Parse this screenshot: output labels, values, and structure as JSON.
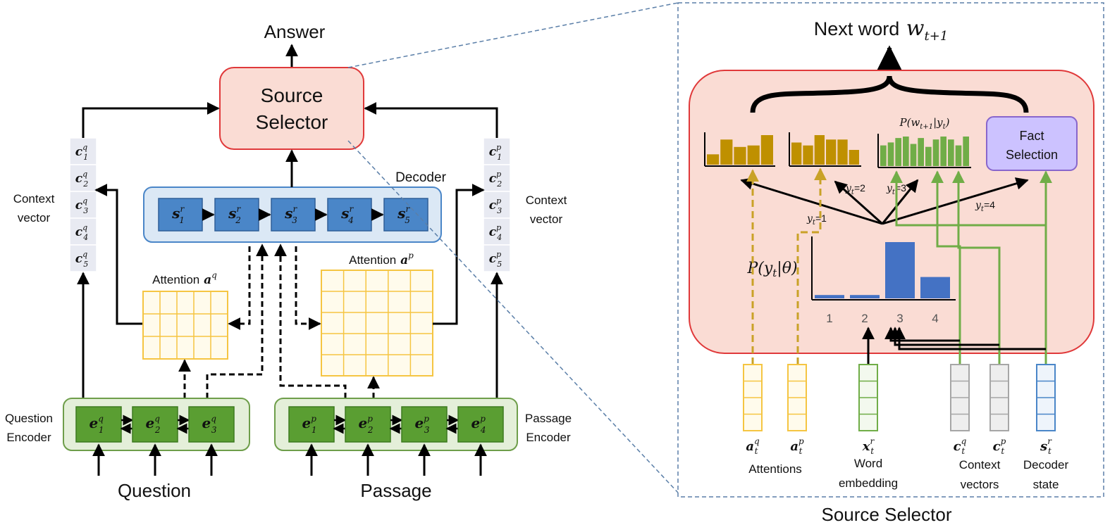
{
  "colors": {
    "selector_fill": "#fadcd4",
    "selector_stroke": "#e0393a",
    "decoder_fill": "#dbe8f5",
    "decoder_stroke": "#4a86c8",
    "state_fill": "#4a86c8",
    "encoder_fill": "#e4efd9",
    "encoder_stroke": "#6e9e4a",
    "embed_fill": "#5a9e32",
    "attention_stroke": "#f5c542",
    "attention_fill": "#fffbec",
    "context_fill": "#e8eaf2",
    "gold_bars": "#bf9000",
    "green_bars": "#70ad47",
    "blue_bars": "#4472c4",
    "fact_fill": "#ccc2ff",
    "fact_stroke": "#8866cc",
    "dashed_frame": "#5b7fa8"
  },
  "left": {
    "answer": "Answer",
    "source_selector_line1": "Source",
    "source_selector_line2": "Selector",
    "decoder_label": "Decoder",
    "context_vector_left_1": "Context",
    "context_vector_left_2": "vector",
    "context_vector_right_1": "Context",
    "context_vector_right_2": "vector",
    "attention_q": "Attention",
    "attention_p": "Attention",
    "question_encoder_1": "Question",
    "question_encoder_2": "Encoder",
    "passage_encoder_1": "Passage",
    "passage_encoder_2": "Encoder",
    "question": "Question",
    "passage": "Passage",
    "decoder_states": [
      {
        "base": "s",
        "sub": "1",
        "sup": "r"
      },
      {
        "base": "s",
        "sub": "2",
        "sup": "r"
      },
      {
        "base": "s",
        "sub": "3",
        "sup": "r"
      },
      {
        "base": "s",
        "sub": "4",
        "sup": "r"
      },
      {
        "base": "s",
        "sub": "5",
        "sup": "r"
      }
    ],
    "context_q": [
      {
        "base": "c",
        "sub": "1",
        "sup": "q"
      },
      {
        "base": "c",
        "sub": "2",
        "sup": "q"
      },
      {
        "base": "c",
        "sub": "3",
        "sup": "q"
      },
      {
        "base": "c",
        "sub": "4",
        "sup": "q"
      },
      {
        "base": "c",
        "sub": "5",
        "sup": "q"
      }
    ],
    "context_p": [
      {
        "base": "c",
        "sub": "1",
        "sup": "p"
      },
      {
        "base": "c",
        "sub": "2",
        "sup": "p"
      },
      {
        "base": "c",
        "sub": "3",
        "sup": "p"
      },
      {
        "base": "c",
        "sub": "4",
        "sup": "p"
      },
      {
        "base": "c",
        "sub": "5",
        "sup": "p"
      }
    ],
    "question_embeddings": [
      {
        "base": "e",
        "sub": "1",
        "sup": "q"
      },
      {
        "base": "e",
        "sub": "2",
        "sup": "q"
      },
      {
        "base": "e",
        "sub": "3",
        "sup": "q"
      }
    ],
    "passage_embeddings": [
      {
        "base": "e",
        "sub": "1",
        "sup": "p"
      },
      {
        "base": "e",
        "sub": "2",
        "sup": "p"
      },
      {
        "base": "e",
        "sub": "3",
        "sup": "p"
      },
      {
        "base": "e",
        "sub": "4",
        "sup": "p"
      }
    ]
  },
  "right": {
    "title": "Source Selector",
    "next_word": "Next word",
    "p_w": "P(w",
    "p_w_sub": "t+1",
    "p_w_mid": "|y",
    "p_w_sub2": "t",
    "p_w_end": ")",
    "fact_selection_1": "Fact",
    "fact_selection_2": "Selection",
    "p_y": "P(y",
    "p_y_sub": "t",
    "p_y_end": "|θ)",
    "y_labels": [
      "y",
      "y",
      "y",
      "y"
    ],
    "y_values": [
      "=1",
      "=2",
      "=3",
      "=4"
    ],
    "prob_ticks": [
      "1",
      "2",
      "3",
      "4"
    ],
    "prob_values": [
      0.06,
      0.06,
      1.0,
      0.38
    ],
    "gold_chart_1_values": [
      0.35,
      0.85,
      0.6,
      0.65,
      1.0
    ],
    "gold_chart_2_values": [
      0.75,
      0.65,
      1.0,
      0.85,
      0.85,
      0.5
    ],
    "green_chart_values": [
      0.7,
      0.8,
      0.95,
      1.0,
      0.75,
      0.95,
      0.65,
      0.9,
      1.0,
      0.9,
      0.7,
      1.0
    ],
    "input_a_q": {
      "base": "a",
      "sub": "t",
      "sup": "q"
    },
    "input_a_p": {
      "base": "a",
      "sub": "t",
      "sup": "p"
    },
    "input_x_r": {
      "base": "x",
      "sub": "t",
      "sup": "r"
    },
    "input_c_q": {
      "base": "c",
      "sub": "t",
      "sup": "q"
    },
    "input_c_p": {
      "base": "c",
      "sub": "t",
      "sup": "p"
    },
    "input_s_r": {
      "base": "s",
      "sub": "t",
      "sup": "r"
    },
    "attentions": "Attentions",
    "word_embedding_1": "Word",
    "word_embedding_2": "embedding",
    "context_vectors_1": "Context",
    "context_vectors_2": "vectors",
    "decoder_state_1": "Decoder",
    "decoder_state_2": "state"
  }
}
